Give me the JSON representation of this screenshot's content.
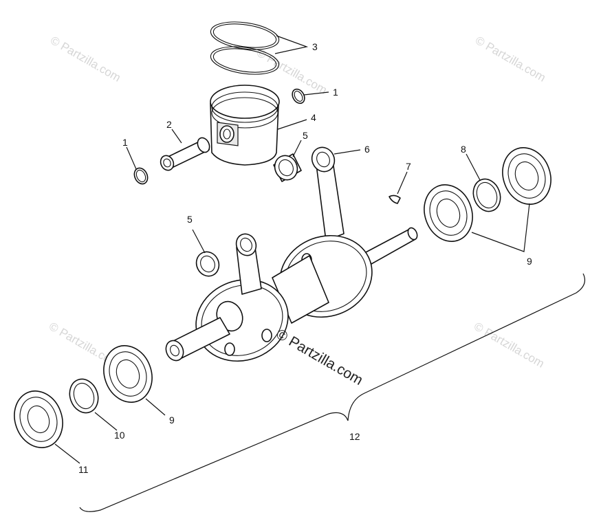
{
  "watermark": {
    "text": "© Partzilla.com",
    "main_text": "© Partzilla.com"
  },
  "callouts": [
    {
      "id": "c3",
      "label": "3"
    },
    {
      "id": "c1a",
      "label": "1"
    },
    {
      "id": "c4",
      "label": "4"
    },
    {
      "id": "c2",
      "label": "2"
    },
    {
      "id": "c1b",
      "label": "1"
    },
    {
      "id": "c5a",
      "label": "5"
    },
    {
      "id": "c6",
      "label": "6"
    },
    {
      "id": "c7",
      "label": "7"
    },
    {
      "id": "c8",
      "label": "8"
    },
    {
      "id": "c9a",
      "label": "9"
    },
    {
      "id": "c5b",
      "label": "5"
    },
    {
      "id": "c9b",
      "label": "9"
    },
    {
      "id": "c10",
      "label": "10"
    },
    {
      "id": "c11",
      "label": "11"
    },
    {
      "id": "c12",
      "label": "12"
    }
  ]
}
